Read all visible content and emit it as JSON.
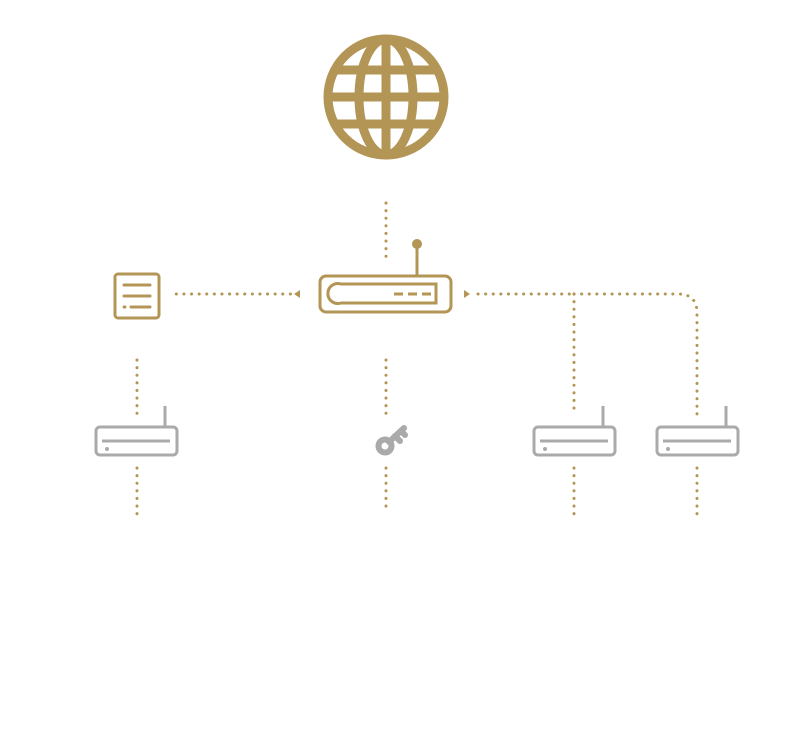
{
  "colors": {
    "accent": "#b39555",
    "muted": "#aaaaaa",
    "background": "#ffffff"
  },
  "nodes": [
    {
      "id": "internet",
      "icon": "globe-icon",
      "tone": "accent"
    },
    {
      "id": "main-router",
      "icon": "router-icon",
      "tone": "accent"
    },
    {
      "id": "document",
      "icon": "document-icon",
      "tone": "accent"
    },
    {
      "id": "client-router-left",
      "icon": "router-icon",
      "tone": "muted"
    },
    {
      "id": "key",
      "icon": "key-icon",
      "tone": "muted"
    },
    {
      "id": "client-router-middle",
      "icon": "router-icon",
      "tone": "muted"
    },
    {
      "id": "client-router-right",
      "icon": "router-icon",
      "tone": "muted"
    }
  ],
  "links": [
    {
      "from": "internet",
      "to": "main-router"
    },
    {
      "from": "main-router",
      "to": "document",
      "arrow": true
    },
    {
      "from": "main-router",
      "to": "client-router-middle",
      "arrow": true
    },
    {
      "from": "main-router",
      "to": "client-router-right",
      "arrow": true
    },
    {
      "from": "document",
      "to": "client-router-left"
    },
    {
      "from": "main-router",
      "to": "key"
    }
  ]
}
